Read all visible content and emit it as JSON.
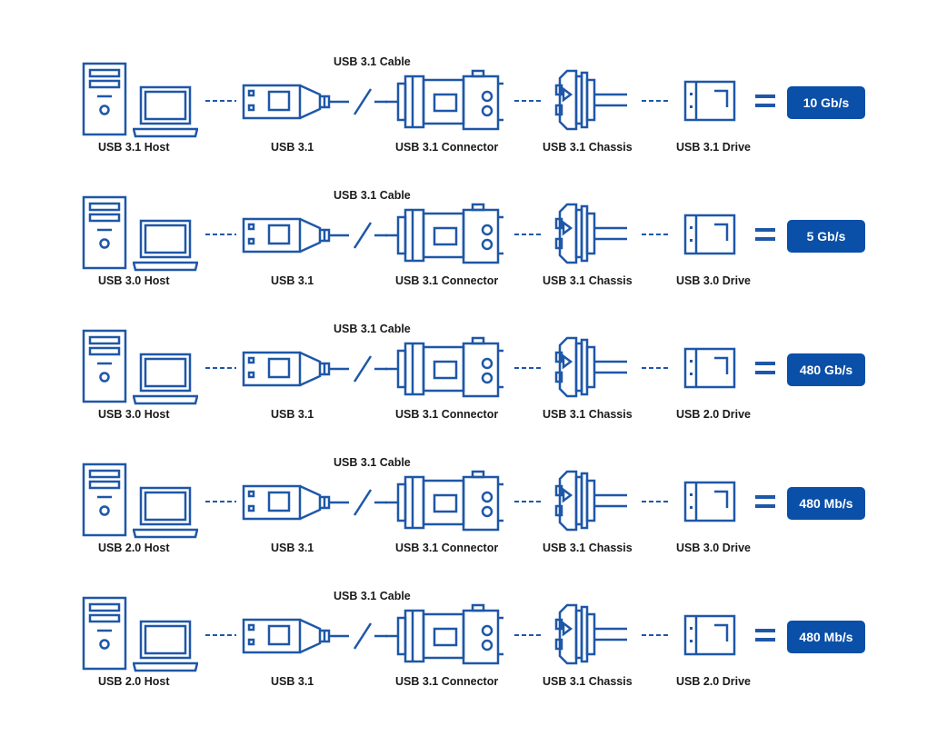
{
  "colors": {
    "accent": "#1e57a8",
    "badge": "#0a4fa8",
    "text": "#1a1a1a"
  },
  "icons": [
    "computer-tower-icon",
    "laptop-icon",
    "usb-plug-icon",
    "usb-connector-icon",
    "chassis-connector-icon",
    "drive-icon"
  ],
  "rows": [
    {
      "cable": "USB 3.1 Cable",
      "host": "USB 3.1 Host",
      "usb": "USB 3.1",
      "connector": "USB 3.1 Connector",
      "chassis": "USB 3.1 Chassis",
      "drive": "USB 3.1 Drive",
      "speed": "10 Gb/s"
    },
    {
      "cable": "USB 3.1 Cable",
      "host": "USB 3.0 Host",
      "usb": "USB 3.1",
      "connector": "USB 3.1 Connector",
      "chassis": "USB 3.1 Chassis",
      "drive": "USB 3.0 Drive",
      "speed": "5 Gb/s"
    },
    {
      "cable": "USB 3.1 Cable",
      "host": "USB 3.0 Host",
      "usb": "USB 3.1",
      "connector": "USB 3.1 Connector",
      "chassis": "USB 3.1 Chassis",
      "drive": "USB 2.0 Drive",
      "speed": "480 Gb/s"
    },
    {
      "cable": "USB 3.1 Cable",
      "host": "USB 2.0 Host",
      "usb": "USB 3.1",
      "connector": "USB 3.1 Connector",
      "chassis": "USB 3.1 Chassis",
      "drive": "USB 3.0 Drive",
      "speed": "480 Mb/s"
    },
    {
      "cable": "USB 3.1 Cable",
      "host": "USB 2.0 Host",
      "usb": "USB 3.1",
      "connector": "USB 3.1 Connector",
      "chassis": "USB 3.1 Chassis",
      "drive": "USB 2.0 Drive",
      "speed": "480 Mb/s"
    }
  ]
}
